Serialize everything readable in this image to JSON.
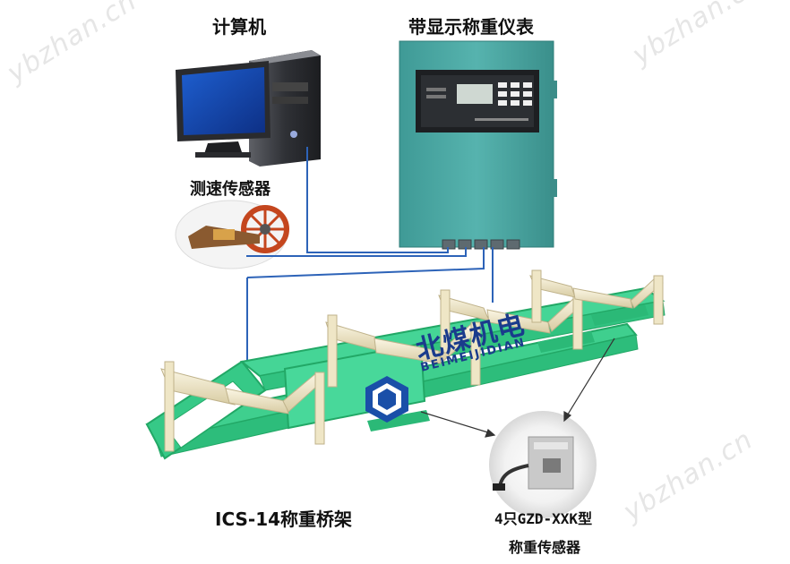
{
  "labels": {
    "computer": "计算机",
    "display_instrument": "带显示称重仪表",
    "speed_sensor": "测速传感器",
    "bridge_frame": "ICS-14称重桥架",
    "load_cell_line1": "4只GZD-XXK型",
    "load_cell_line2": "称重传感器"
  },
  "brand": {
    "name": "北煤机电",
    "subtitle": "BEIMEIJIDIAN"
  },
  "watermarks": [
    "ybzhan.cn",
    "ybzhan.cn",
    "ybzhan.cn"
  ],
  "colors": {
    "frame_green": "#3fcf8e",
    "frame_dark": "#22a866",
    "instrument_teal": "#4aa6a1",
    "cable_blue": "#2d63b8",
    "roller_cream": "#efe6c6",
    "brand_blue": "#1a3b8c"
  }
}
